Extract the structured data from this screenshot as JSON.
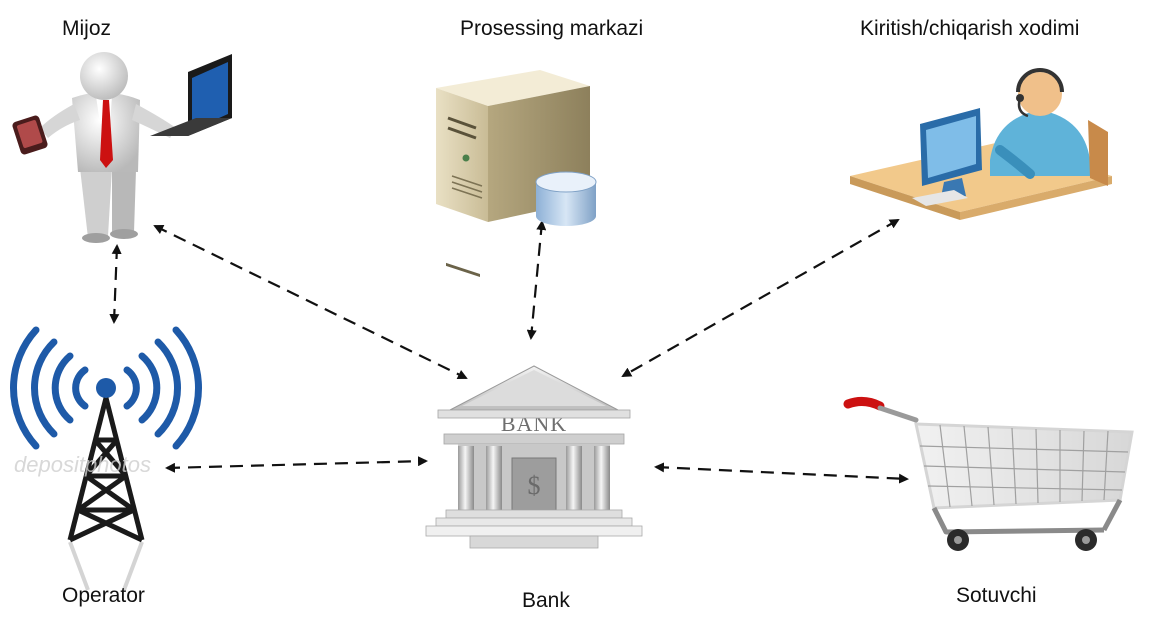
{
  "nodes": {
    "client": "Mijoz",
    "processing_center": "Prosessing markazi",
    "io_operator": "Kiritish/chiqarish xodimi",
    "operator": "Operator",
    "bank": "Bank",
    "seller": "Sotuvchi"
  },
  "bank_sign": "BANK",
  "bank_symbol": "$",
  "watermark": "depositphotos",
  "connections": [
    [
      "client",
      "bank"
    ],
    [
      "client",
      "operator"
    ],
    [
      "processing_center",
      "bank"
    ],
    [
      "io_operator",
      "bank"
    ],
    [
      "operator",
      "bank"
    ],
    [
      "bank",
      "seller"
    ]
  ],
  "icons": {
    "client": "businessman-with-laptop-icon",
    "processing_center": "server-with-database-icon",
    "io_operator": "operator-at-computer-icon",
    "operator": "radio-tower-icon",
    "bank": "bank-building-icon",
    "seller": "shopping-cart-icon"
  },
  "colors": {
    "arrow": "#111111",
    "tower": "#1e5aa8",
    "cart_handle": "#cc1111",
    "tie": "#cc1111"
  }
}
